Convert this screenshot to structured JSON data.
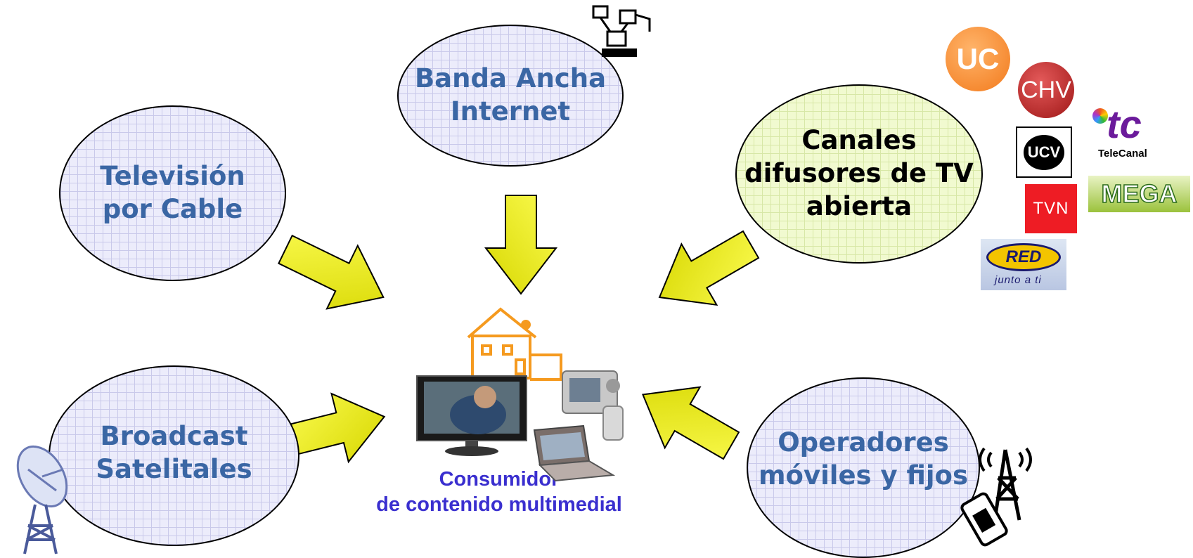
{
  "nodes": {
    "broadband": "Banda Ancha\nInternet",
    "cable": "Televisión\npor Cable",
    "open_tv": "Canales\ndifusores de TV\nabierta",
    "satellite": "Broadcast\nSatelitales",
    "operators": "Operadores\nmóviles y fijos"
  },
  "center": {
    "label": "Consumidor\nde contenido multimedial"
  },
  "logos": {
    "uc": "UC",
    "chv": "CHV",
    "ucv": "UCV",
    "tc_mark": "tc",
    "tc_name": "TeleCanal",
    "tvn": "TVN",
    "mega": "MEGA",
    "red": "RED",
    "red_tagline": "junto a ti"
  },
  "colors": {
    "node_fill": "#ececfb",
    "node_fill_green": "#f1fad0",
    "label_blue": "#3a66a4",
    "consumer_text": "#3a2fcf",
    "arrow_fill": "#f4f400"
  },
  "icons": [
    "computer-network-icon",
    "satellite-dish-icon",
    "radio-tower-phone-icon",
    "house-icon",
    "television-icon",
    "camcorder-icon",
    "laptop-icon"
  ]
}
